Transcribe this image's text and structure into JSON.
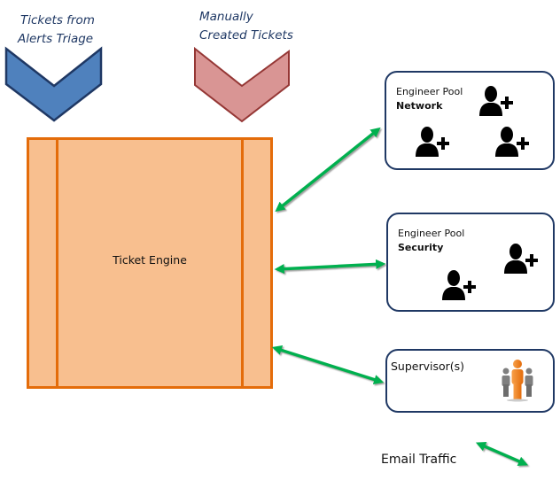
{
  "sources": [
    {
      "id": "alerts",
      "label_lines": [
        "Tickets from",
        "Alerts Triage"
      ],
      "fill": "#4f81bd",
      "stroke": "#1f3864"
    },
    {
      "id": "manual",
      "label_lines": [
        "Manually",
        "Created Tickets"
      ],
      "fill": "#d99594",
      "stroke": "#953735"
    }
  ],
  "engine": {
    "label": "Ticket Engine",
    "fill": "#f8bf8f",
    "stroke": "#e46c0a"
  },
  "pools": [
    {
      "id": "network",
      "title": "Engineer Pool",
      "name": "Network",
      "members": 3,
      "icon": "user-add-icon"
    },
    {
      "id": "security",
      "title": "Engineer Pool",
      "name": "Security",
      "members": 2,
      "icon": "user-add-icon"
    }
  ],
  "supervisor": {
    "title": "Supervisor(s)",
    "icon": "group-icon",
    "accent": "#f79646"
  },
  "connections": [
    {
      "from": "engine",
      "to": "network",
      "type": "bidirectional"
    },
    {
      "from": "engine",
      "to": "security",
      "type": "bidirectional"
    },
    {
      "from": "engine",
      "to": "supervisor",
      "type": "bidirectional"
    }
  ],
  "legend": {
    "label": "Email Traffic",
    "arrow_color": "#00b050"
  },
  "colors": {
    "pool_border": "#1f3864",
    "arrow": "#00b050",
    "label_blue": "#1f3864"
  }
}
